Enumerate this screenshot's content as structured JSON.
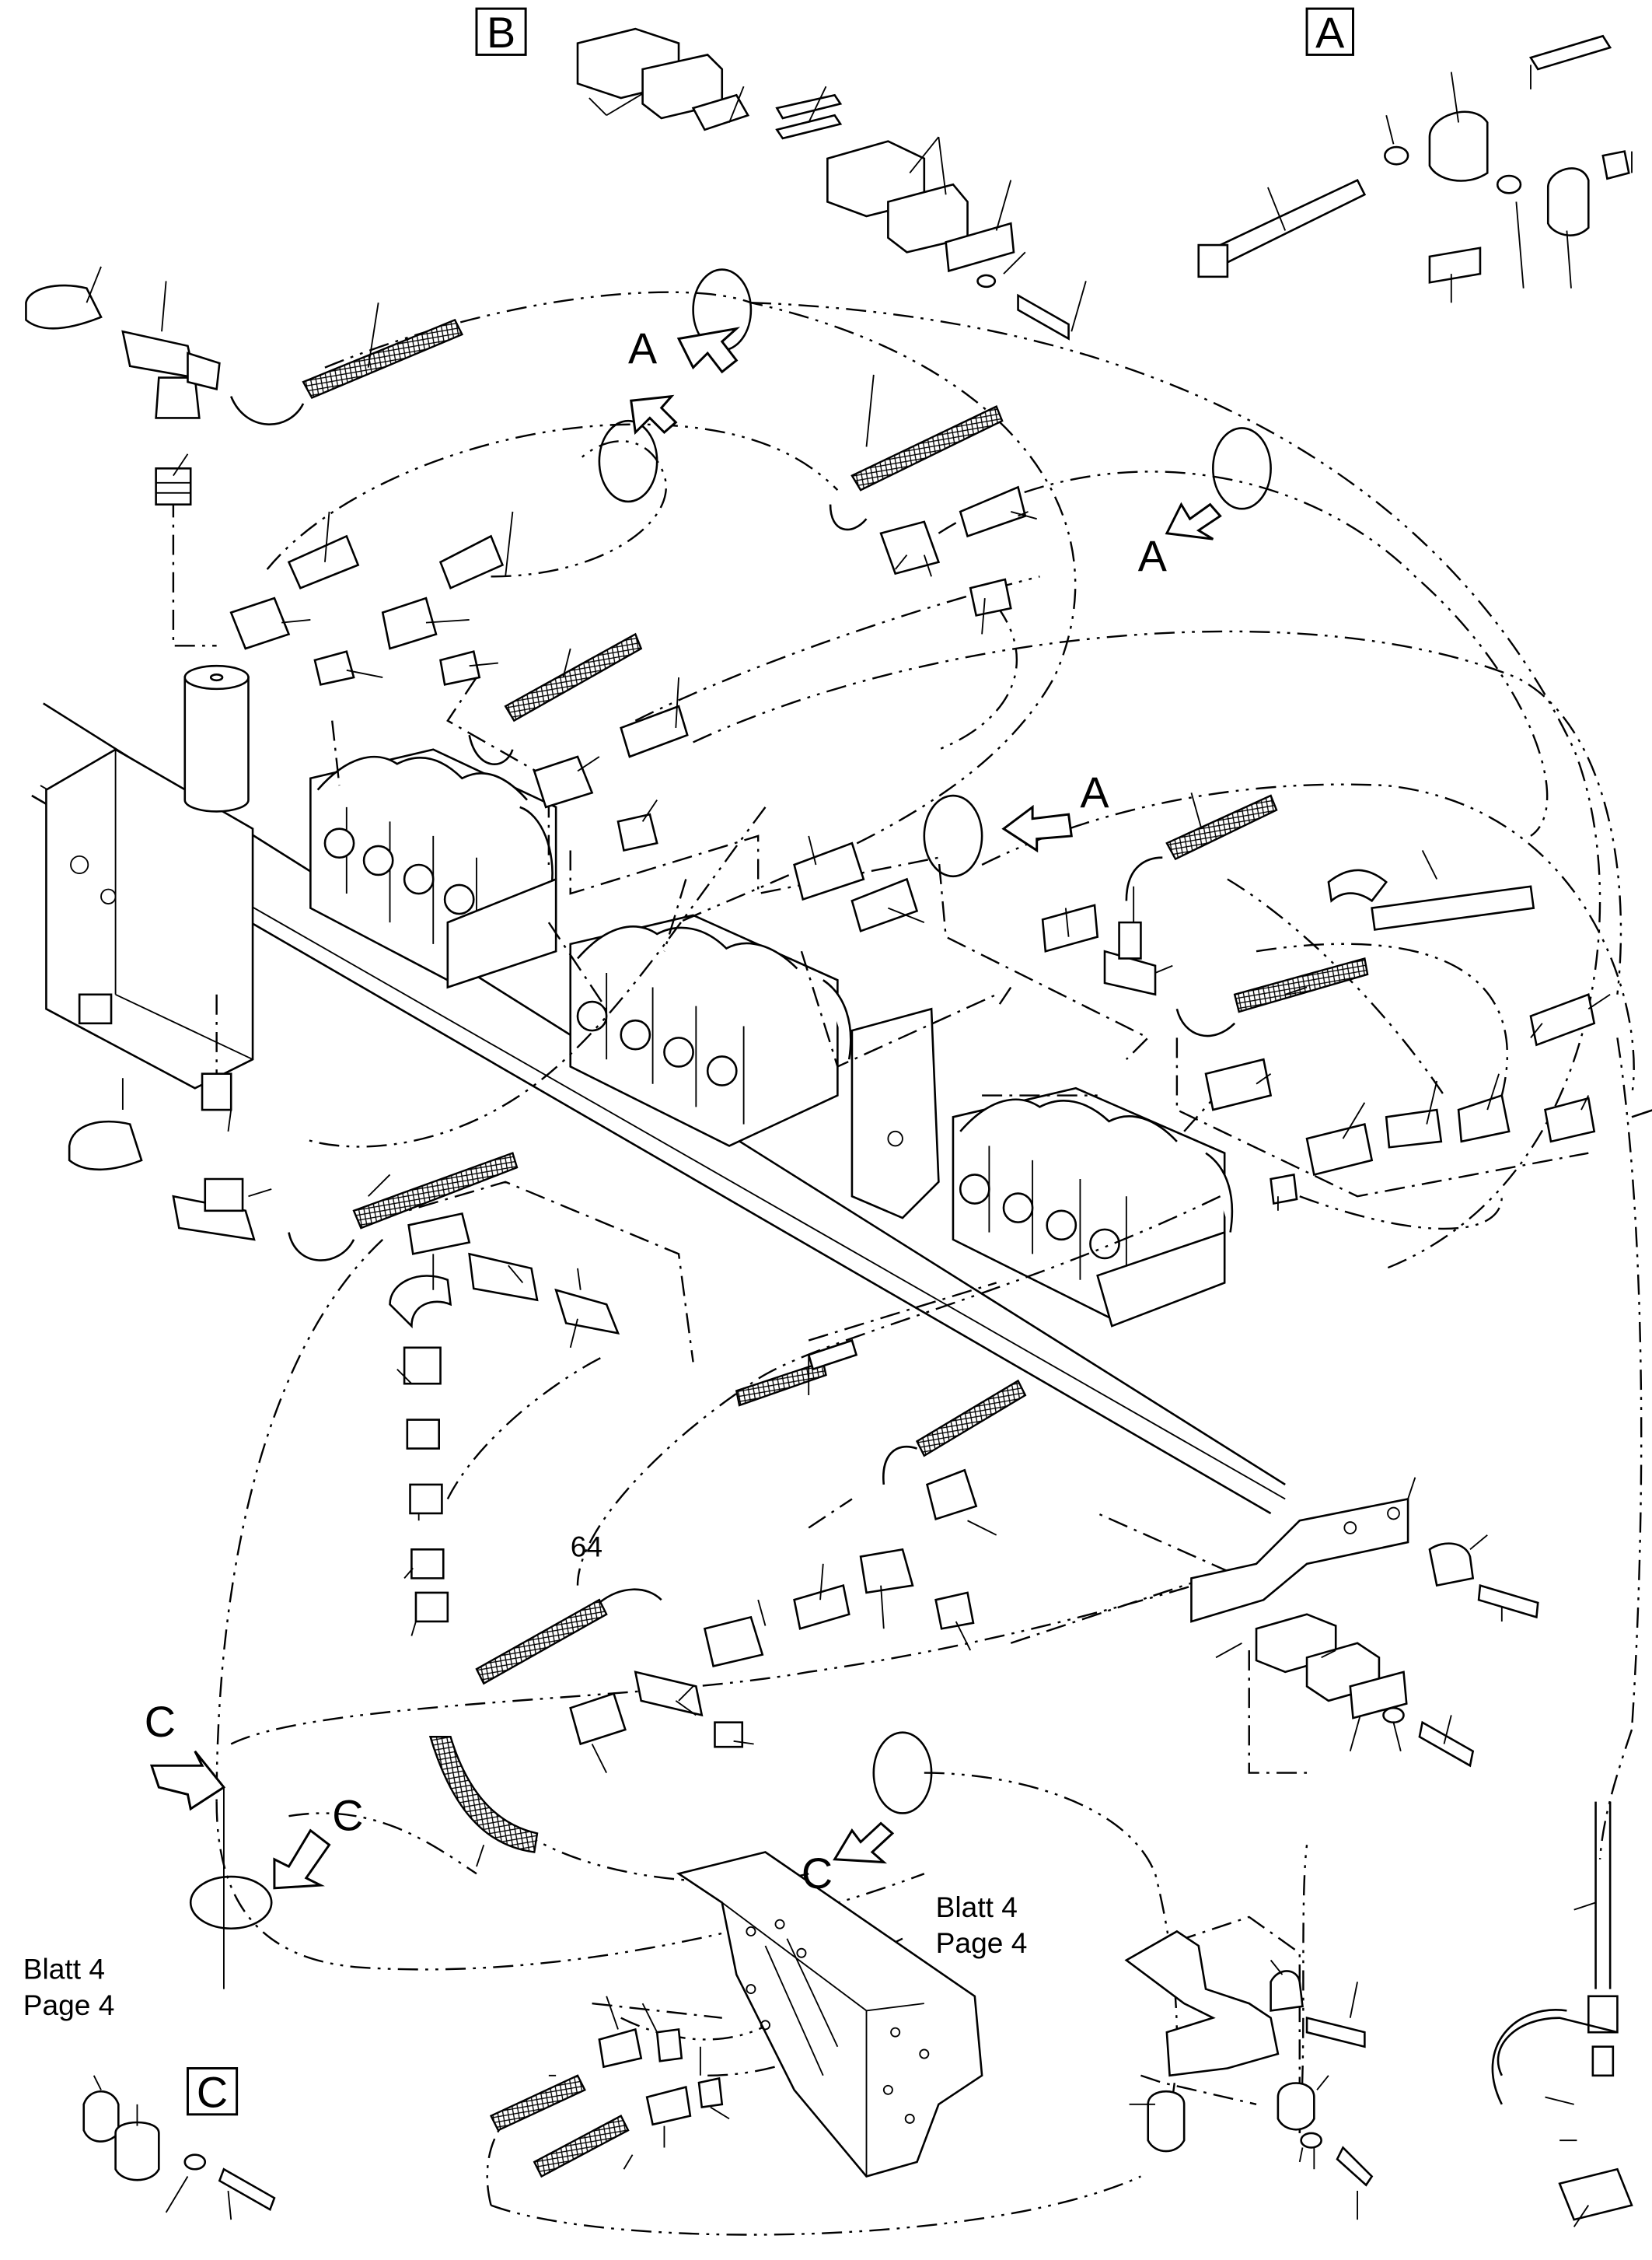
{
  "view_labels": {
    "b_box": "B",
    "a_box": "A",
    "c_box": "C"
  },
  "arrows": {
    "a": "A",
    "c": "C"
  },
  "item_number": "64",
  "sheet_refs": {
    "left_de": "Blatt 4",
    "left_en": "Page 4",
    "center_de": "Blatt 4",
    "center_en": "Page 4"
  }
}
